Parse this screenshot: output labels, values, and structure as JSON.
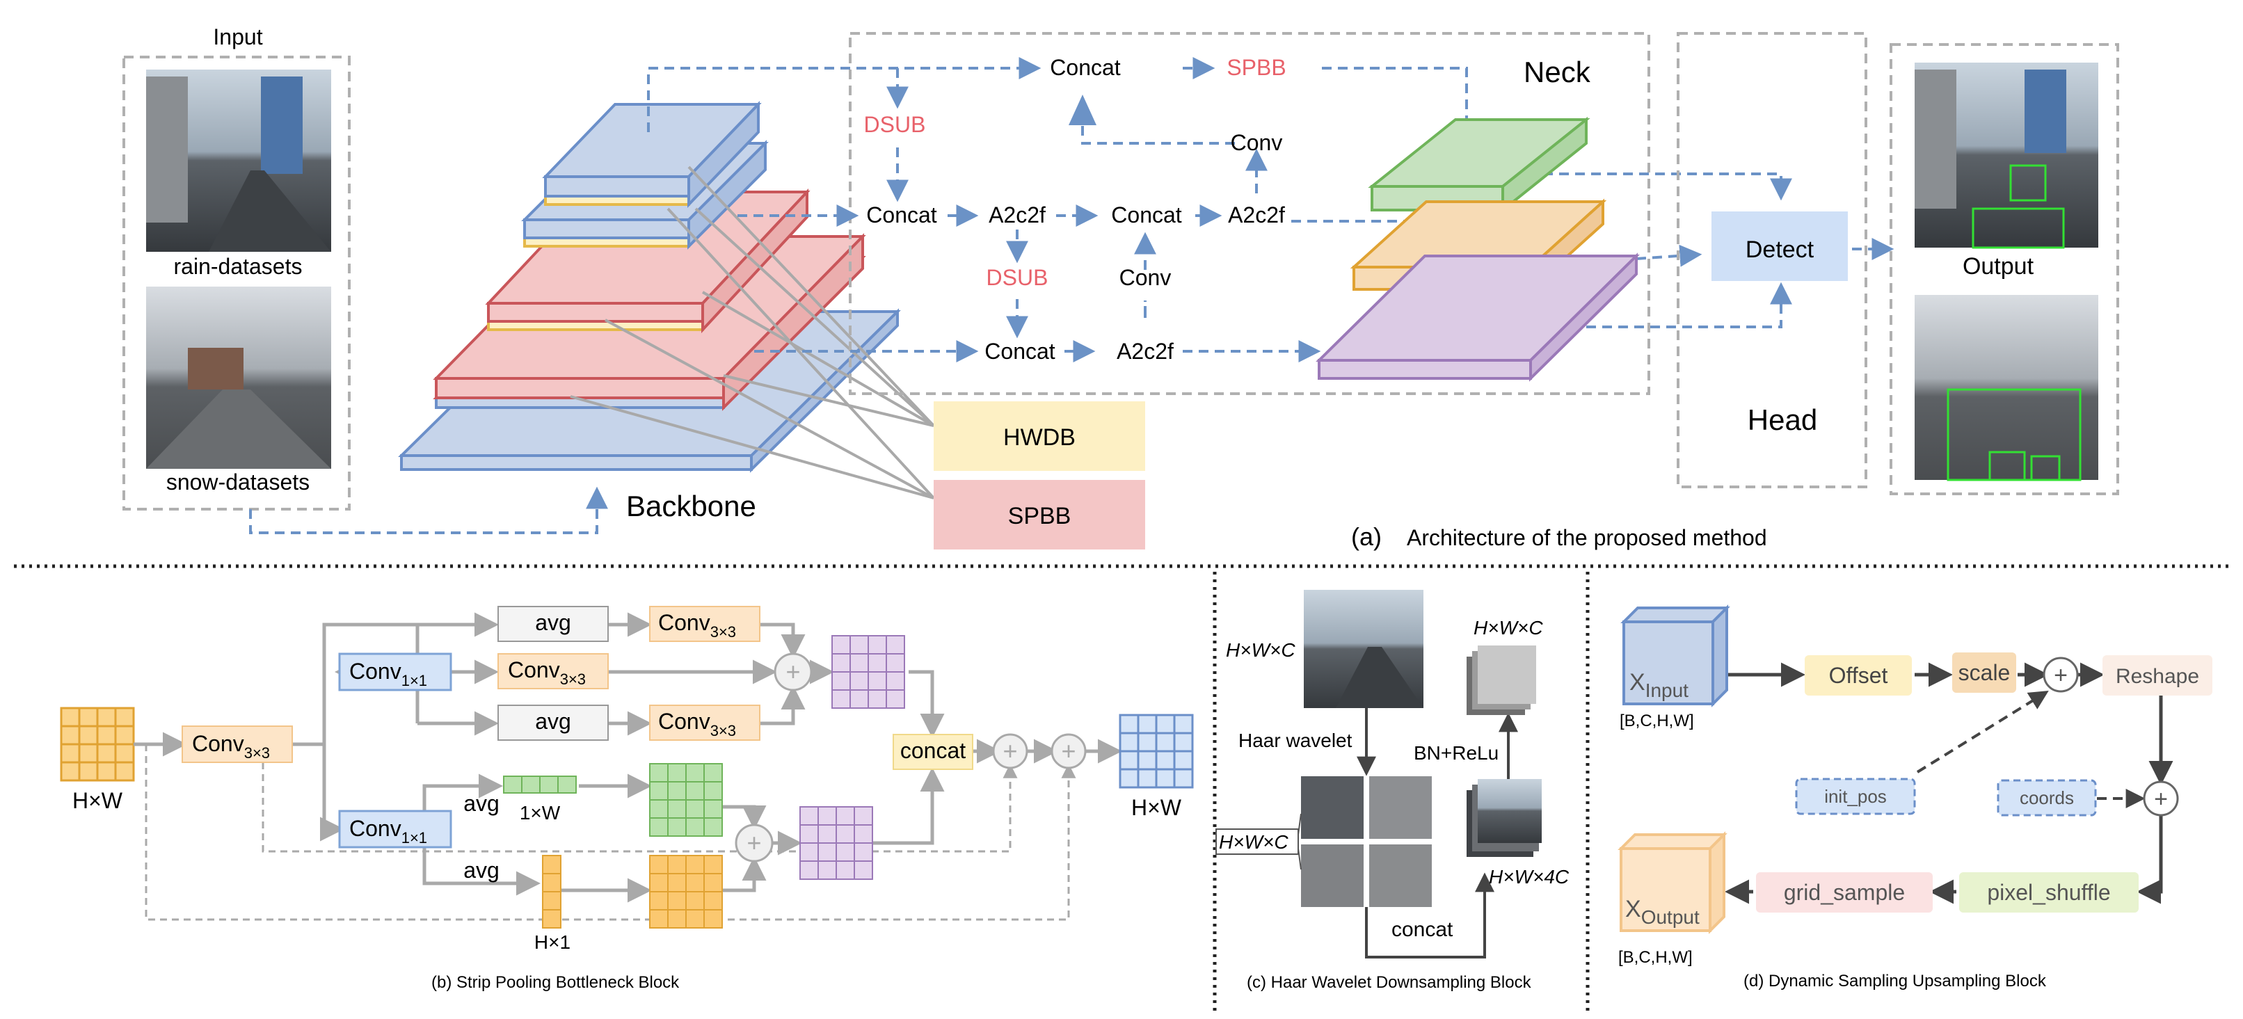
{
  "colors": {
    "dash_blue": "#6b92c6",
    "red_label": "#e8616a",
    "box_border": "#b0b0b0",
    "gray_line": "#a9a9a9",
    "blue_fill": "#c6d4ea",
    "blue_stroke": "#6b8fc9",
    "yellow_fill": "#fdf0c4",
    "yellow_stroke": "#e5b94a",
    "red_fill": "#f4c6c6",
    "red_stroke": "#c9565a",
    "green_fill": "#c6e2bf",
    "green_stroke": "#6fb45a",
    "orange_fill": "#f7dbb5",
    "orange_stroke": "#e0a232",
    "purple_fill": "#dccbe5",
    "purple_stroke": "#9b79b8",
    "photo_sky": "#aebccb",
    "photo_road": "#4a4e52"
  },
  "panel_a": {
    "input_title": "Input",
    "rain_label": "rain-datasets",
    "snow_label": "snow-datasets",
    "backbone_label": "Backbone",
    "neck_label": "Neck",
    "head_label": "Head",
    "output_label": "Output",
    "detect_label": "Detect",
    "hwdb_label": "HWDB",
    "spbb_label": "SPBB",
    "nodes": {
      "concat_top": "Concat",
      "spbb_top": "SPBB",
      "dsub_1": "DSUB",
      "conv_1": "Conv",
      "concat_mid_left": "Concat",
      "a2c2f_1": "A2c2f",
      "concat_mid": "Concat",
      "a2c2f_2": "A2c2f",
      "dsub_2": "DSUB",
      "conv_2": "Conv",
      "concat_low": "Concat",
      "a2c2f_3": "A2c2f"
    },
    "caption_prefix": "(a)",
    "caption": "Architecture of the proposed method"
  },
  "panel_b": {
    "input_dims": "H×W",
    "output_dims": "H×W",
    "conv3x3_base": "Conv",
    "conv3x3_sub": "3×3",
    "conv1x1_base": "Conv",
    "conv1x1_sub": "1×1",
    "avg": "avg",
    "concat": "concat",
    "strip_w": "1×W",
    "strip_h": "H×1",
    "caption": "(b)  Strip Pooling Bottleneck Block"
  },
  "panel_c": {
    "dims_in": "H×W×C",
    "dims_out": "H×W×C",
    "dims_mid": "H×W×C",
    "dims_4c": "H×W×4C",
    "haar": "Haar wavelet",
    "bn": "BN+ReLu",
    "concat": "concat",
    "caption": "(c)  Haar Wavelet Downsampling Block"
  },
  "panel_d": {
    "x_input_base": "X",
    "x_input_sub": "Input",
    "x_output_base": "X",
    "x_output_sub": "Output",
    "shape_in": "[B,C,H,W]",
    "shape_out": "[B,C,H,W]",
    "offset": "Offset",
    "scale": "scale",
    "reshape": "Reshape",
    "init_pos": "init_pos",
    "coords": "coords",
    "pixel_shuffle": "pixel_shuffle",
    "grid_sample": "grid_sample",
    "caption": "(d)  Dynamic Sampling Upsampling Block"
  }
}
